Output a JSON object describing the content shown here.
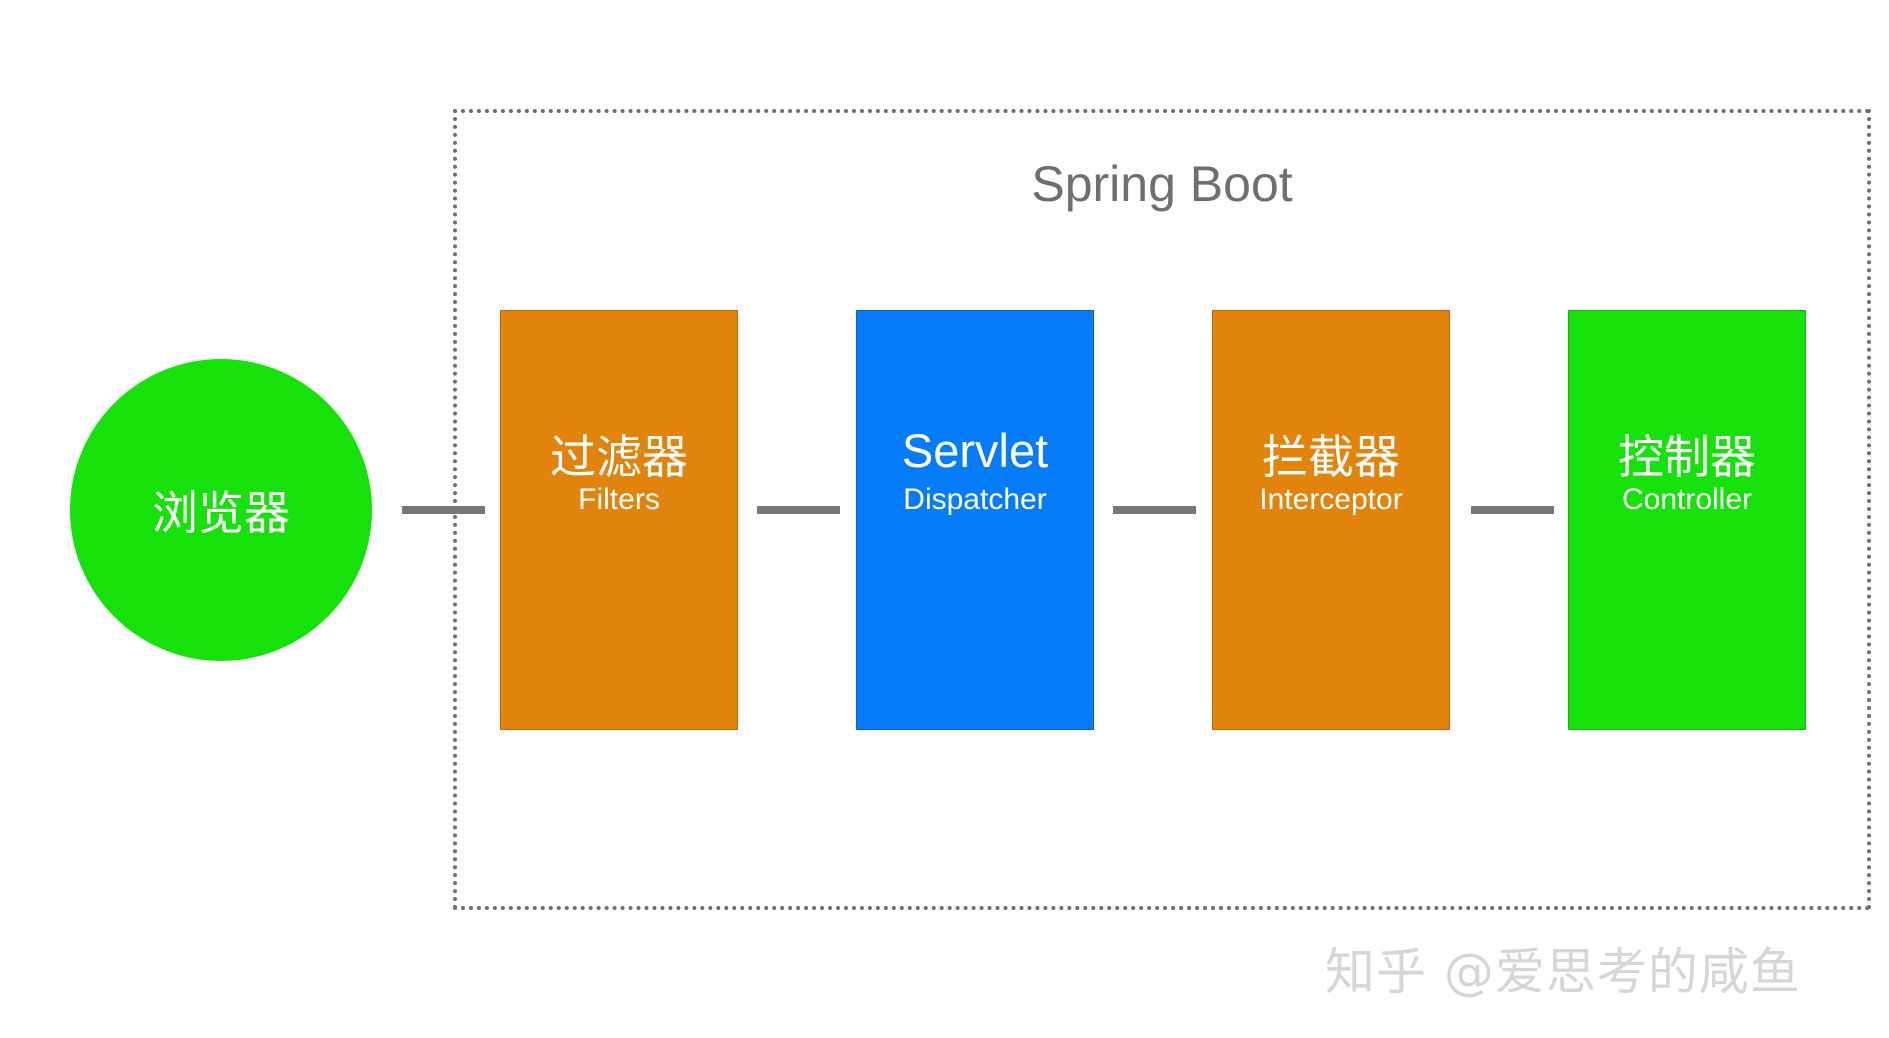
{
  "container": {
    "title": "Spring Boot"
  },
  "browser": {
    "label": "浏览器",
    "color": "#16e10b"
  },
  "stages": [
    {
      "zh": "过滤器",
      "en": "Filters",
      "color": "#e2840b"
    },
    {
      "zh": "Servlet",
      "en": "Dispatcher",
      "color": "#077cf9"
    },
    {
      "zh": "拦截器",
      "en": "Interceptor",
      "color": "#e2840b"
    },
    {
      "zh": "控制器",
      "en": "Controller",
      "color": "#16e10b"
    }
  ],
  "connector_color": "#777777",
  "watermark": "知乎 @爱思考的咸鱼"
}
